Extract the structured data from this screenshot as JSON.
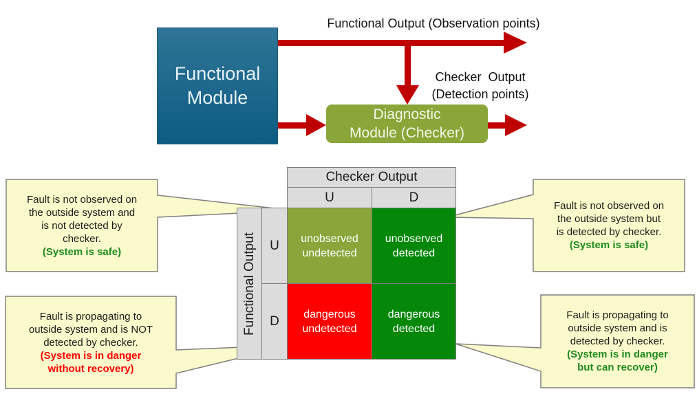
{
  "colors": {
    "arrow": "#c00000",
    "functional_module": "#16658b",
    "diagnostic_module": "#8aa639",
    "header_gray": "#dcdcdc",
    "callout_fill": "#fafacc",
    "callout_border": "#7f7f7f",
    "quad_unobserved_undetected": "#8aa63a",
    "quad_unobserved_detected": "#05870a",
    "quad_dangerous_undetected": "#ff0000",
    "quad_dangerous_detected": "#05870a",
    "safe_text": "#1f8a1f",
    "danger_text": "#ff0000"
  },
  "block_diagram": {
    "functional_module": {
      "line1": "Functional",
      "line2": "Module"
    },
    "diagnostic_module": {
      "line1": "Diagnostic",
      "line2": "Module (Checker)"
    },
    "functional_output_label": "Functional Output (Observation points)",
    "checker_output_label": {
      "line1": "Checker  Output",
      "line2": "(Detection points)"
    }
  },
  "matrix": {
    "column_header": "Checker Output",
    "row_header": "Functional Output",
    "column_values": [
      "U",
      "D"
    ],
    "row_values": [
      "U",
      "D"
    ],
    "quadrants": [
      {
        "line1": "unobserved",
        "line2": "undetected"
      },
      {
        "line1": "unobserved",
        "line2": "detected"
      },
      {
        "line1": "dangerous",
        "line2": "undetected"
      },
      {
        "line1": "dangerous",
        "line2": "detected"
      }
    ]
  },
  "callouts": [
    {
      "lines": [
        "Fault is not observed on",
        "the outside system and",
        "is not detected by",
        "checker."
      ],
      "verdict": [
        "(System is safe)"
      ],
      "verdict_type": "safe"
    },
    {
      "lines": [
        "Fault is not observed on",
        "the outside system but",
        "is detected by checker."
      ],
      "verdict": [
        "(System is safe)"
      ],
      "verdict_type": "safe"
    },
    {
      "lines": [
        "Fault is propagating to",
        "outside system and is NOT",
        "detected by checker."
      ],
      "verdict": [
        "(System is in danger",
        "without recovery)"
      ],
      "verdict_type": "danger"
    },
    {
      "lines": [
        "Fault is propagating to",
        "outside system and is",
        "detected by checker."
      ],
      "verdict": [
        "(System is in danger",
        "but can recover)"
      ],
      "verdict_type": "safe"
    }
  ]
}
